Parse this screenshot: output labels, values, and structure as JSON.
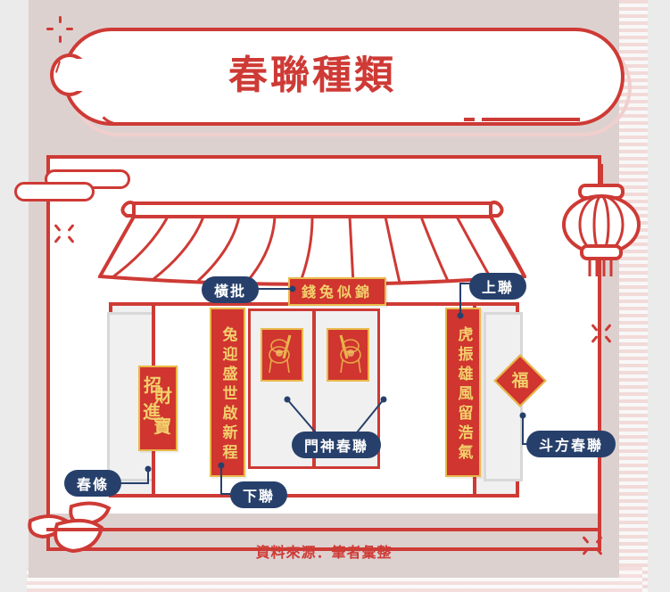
{
  "header": {
    "title": "春聯種類"
  },
  "couplets": {
    "horizontal_banner": {
      "label": "橫批",
      "text": "錢兔似錦"
    },
    "upper_couplet": {
      "label": "上聯",
      "text": "虎振雄風留浩氣"
    },
    "lower_couplet": {
      "label": "下聯",
      "text": "兔迎盛世啟新程"
    },
    "door_god": {
      "label": "門神春聯"
    },
    "spring_strip": {
      "label": "春條",
      "chars": [
        "招",
        "財",
        "進",
        "寶"
      ]
    },
    "square_couplet": {
      "label": "斗方春聯",
      "text": "福"
    }
  },
  "footer": {
    "source": "資料來源：筆者彙整"
  },
  "icons": {
    "lantern": "lantern-icon",
    "ingots": "gold-ingot-icon",
    "cloud": "cloud-ornament-icon",
    "sparkle_plus": "sparkle-plus-icon",
    "sparkle_x": "sparkle-x-icon",
    "roof": "temple-roof-icon",
    "door_god_figure": "door-god-figure-icon"
  },
  "colors": {
    "red": "#ce3a35",
    "paper_red": "#d0352f",
    "gold": "#f2cf6b",
    "navy": "#27406b",
    "card_bg": "#ddd1d0",
    "page_bg": "#ebebeb"
  }
}
